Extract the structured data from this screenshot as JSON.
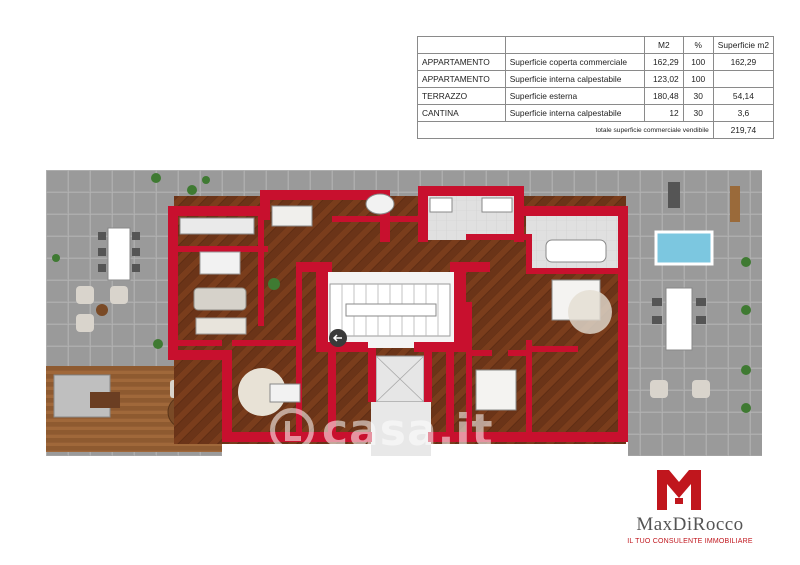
{
  "area_table": {
    "headers": [
      "",
      "",
      "M2",
      "%",
      "Superficie m2"
    ],
    "rows": [
      {
        "type": "APPARTAMENTO",
        "description": "Superficie coperta commerciale",
        "m2": "162,29",
        "percent": "100",
        "surface": "162,29"
      },
      {
        "type": "APPARTAMENTO",
        "description": "Superficie interna calpestabile",
        "m2": "123,02",
        "percent": "100",
        "surface": ""
      },
      {
        "type": "TERRAZZO",
        "description": "Superficie esterna",
        "m2": "180,48",
        "percent": "30",
        "surface": "54,14"
      },
      {
        "type": "CANTINA",
        "description": "Superficie interna calpestabile",
        "m2": "12",
        "percent": "30",
        "surface": "3,6"
      }
    ],
    "total_label": "totale superficie commerciale vendibile",
    "total_value": "219,74"
  },
  "watermark": {
    "text": "casa.it"
  },
  "logo": {
    "brand": "MaxDiRocco",
    "tagline": "IL TUO CONSULENTE IMMOBILIARE"
  },
  "colors": {
    "wall": "#c8102e",
    "wood_floor": "#6b3418",
    "terrace_tile": "#9a9a9a",
    "service_floor": "#dcdcdc",
    "logo_red": "#c0161d"
  }
}
